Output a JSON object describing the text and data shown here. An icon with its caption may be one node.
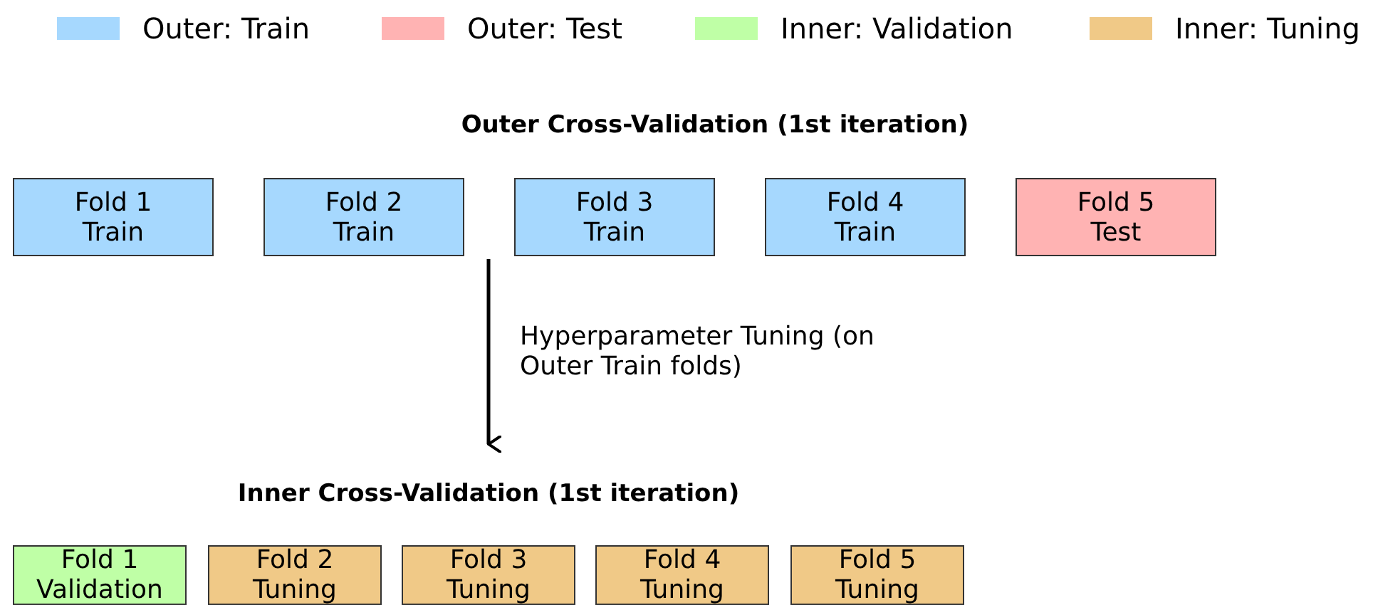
{
  "diagram": {
    "nodes": [
      {
        "text": [
          "Fold 1",
          "Train"
        ]
      },
      {
        "text": [
          "Fold 2",
          "Train"
        ]
      },
      {
        "text": [
          "Fold 3",
          "Train"
        ]
      },
      {
        "text": [
          "Fold 4",
          "Train"
        ]
      },
      {
        "text": [
          "Fold 5",
          "Test"
        ]
      },
      {
        "text": [
          "Fold 1",
          "Validation"
        ]
      },
      {
        "text": [
          "Fold 2",
          "Tuning"
        ]
      },
      {
        "text": [
          "Fold 3",
          "Tuning"
        ]
      },
      {
        "text": [
          "Fold 4",
          "Tuning"
        ]
      },
      {
        "text": [
          "Fold 5",
          "Tuning"
        ]
      }
    ],
    "edges": [],
    "labels": [
      "Outer Cross-Validation (1st iteration)",
      "Hyperparameter Tuning (on Outer Train folds)",
      "Inner Cross-Validation (1st iteration)"
    ],
    "legend": [
      {
        "text": "Outer: Train",
        "color": "#a6d8fe"
      },
      {
        "text": "Outer: Test",
        "color": "#ffb3b3"
      },
      {
        "text": "Inner: Validation",
        "color": "#bfffa6"
      },
      {
        "text": "Inner: Tuning",
        "color": "#f0c987"
      }
    ]
  }
}
